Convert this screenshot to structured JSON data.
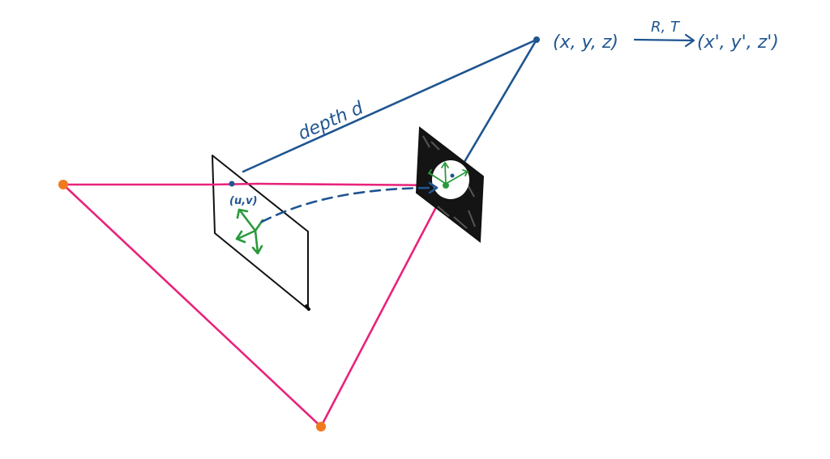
{
  "labels": {
    "depth": "depth d",
    "source_point": "(x, y, z)",
    "transform": "R, T",
    "target_point": "(x', y', z')",
    "pixel": "(u,v)"
  },
  "colors": {
    "background": "#ffffff",
    "magenta_lines": "#e8237a",
    "blue": "#1f5590",
    "green": "#2a9a3c",
    "orange_points": "#f07a1e",
    "black": "#111111"
  }
}
